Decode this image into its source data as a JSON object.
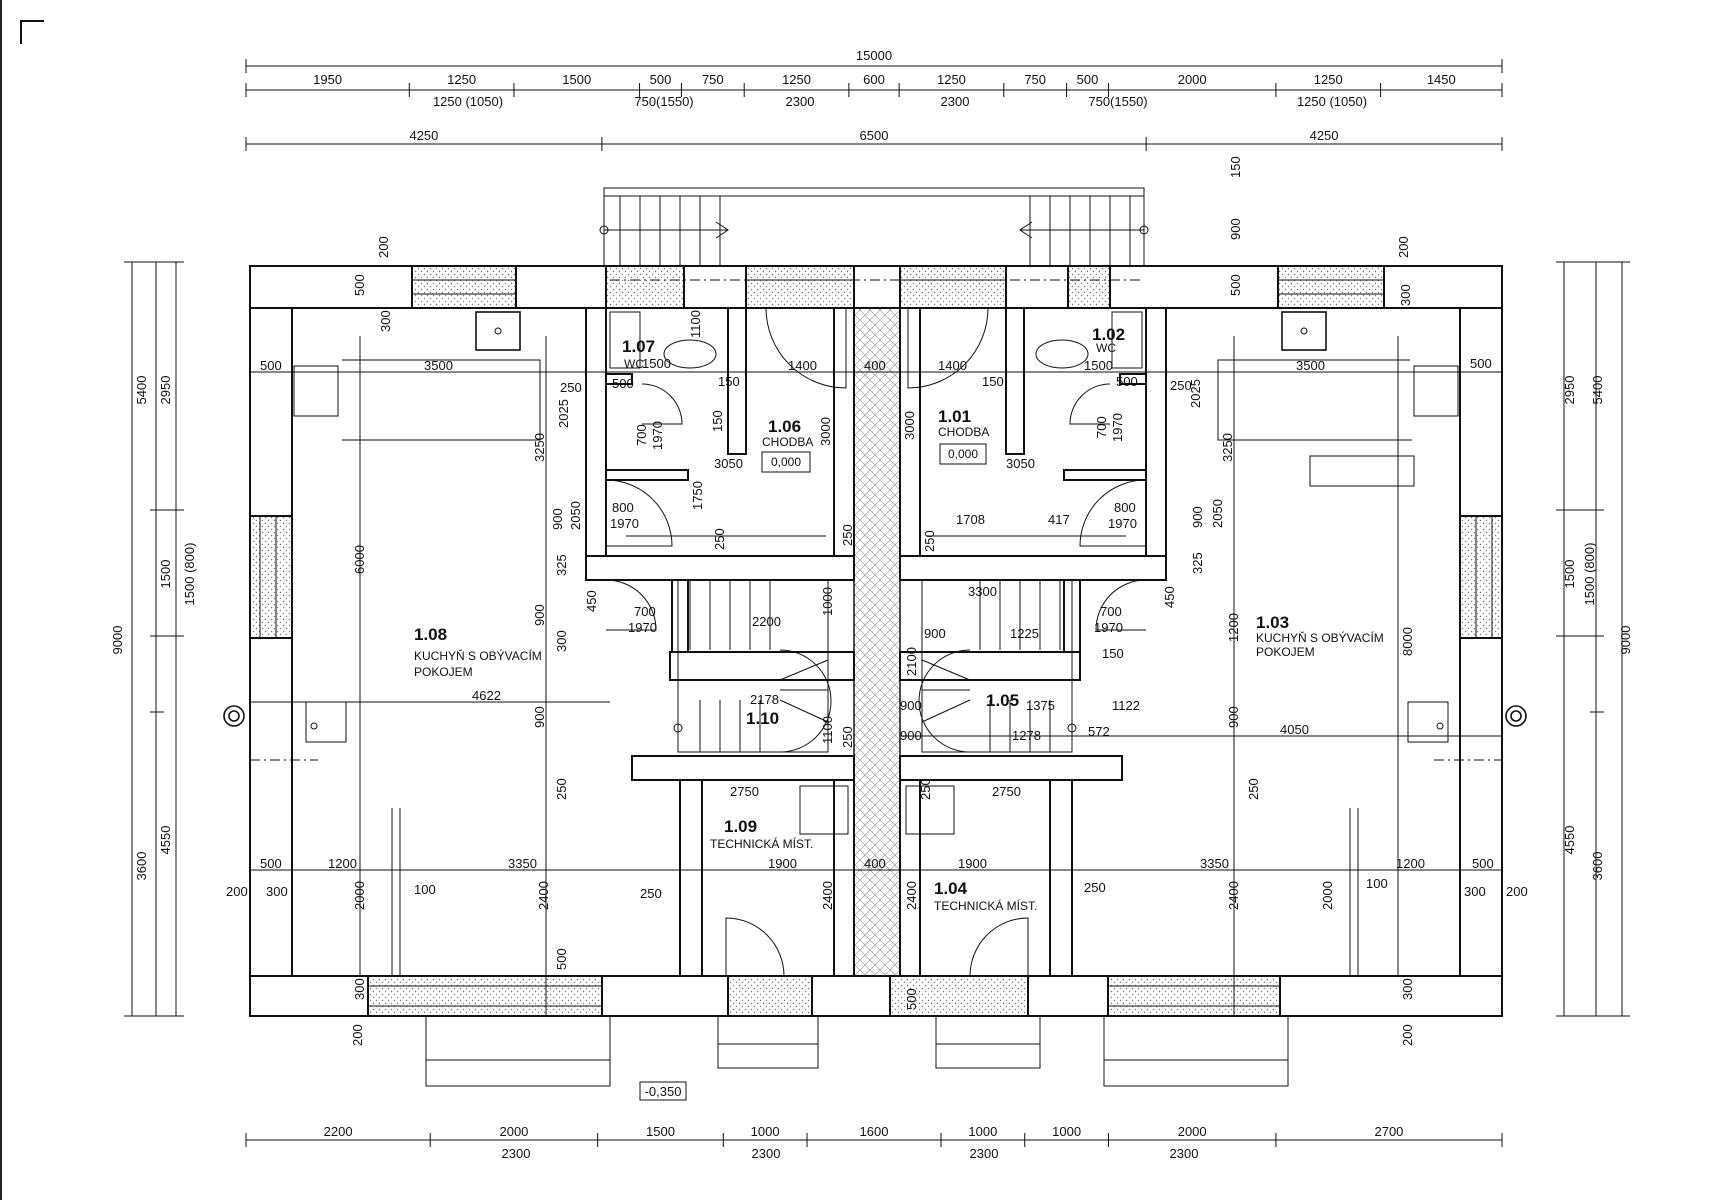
{
  "top_dims": {
    "overall": "15000",
    "row1": [
      "1950",
      "1250",
      "1500",
      "500",
      "750",
      "1250",
      "600",
      "1250",
      "750",
      "500",
      "2000",
      "1250",
      "1450"
    ],
    "row1_sub": [
      "1250 (1050)",
      "750(1550)",
      "2300",
      "2300",
      "750(1550)",
      "1250 (1050)"
    ],
    "row2": [
      "4250",
      "6500",
      "4250"
    ]
  },
  "bottom_dims": {
    "row1": [
      "2200",
      "2000",
      "1500",
      "1000",
      "1600",
      "1000",
      "1000",
      "2000",
      "2700"
    ],
    "row2": [
      "2300",
      "2300",
      "2300",
      "2300"
    ]
  },
  "left_dims": [
    "9000",
    "5400",
    "2950",
    "1500",
    "1500 (800)",
    "4550",
    "3600"
  ],
  "right_dims": [
    "9000",
    "5400",
    "2950",
    "1500",
    "1500 (800)",
    "4550",
    "3600"
  ],
  "level_mark": "-0,350",
  "rooms": [
    {
      "no": "1.07",
      "name": "WC"
    },
    {
      "no": "1.06",
      "name": "CHODBA",
      "level": "0,000"
    },
    {
      "no": "1.01",
      "name": "CHODBA",
      "level": "0,000"
    },
    {
      "no": "1.02",
      "name": "WC"
    },
    {
      "no": "1.08",
      "name": "KUCHYŇ S OBÝVACÍM",
      "name2": "POKOJEM"
    },
    {
      "no": "1.03",
      "name": "KUCHYŇ S OBÝVACÍM",
      "name2": "POKOJEM"
    },
    {
      "no": "1.10",
      "name": ""
    },
    {
      "no": "1.05",
      "name": ""
    },
    {
      "no": "1.09",
      "name": "TECHNICKÁ MÍST."
    },
    {
      "no": "1.04",
      "name": "TECHNICKÁ MÍST."
    }
  ],
  "inner_dims": {
    "d150": "150",
    "d900": "900",
    "d200": "200",
    "d500": "500",
    "d300": "300",
    "d3500": "3500",
    "d1100": "1100",
    "d1400": "1400",
    "d400": "400",
    "d250": "250",
    "d3250": "3250",
    "d2025": "2025",
    "d700": "700",
    "d1970": "1970",
    "d3000": "3000",
    "d3050": "3050",
    "d1750": "1750",
    "d800": "800",
    "d2050": "2050",
    "d1708": "1708",
    "d417": "417",
    "d325": "325",
    "d450": "450",
    "d2200": "2200",
    "d3300": "3300",
    "d1000": "1000",
    "d1225": "1225",
    "d1200": "1200",
    "d8000": "8000",
    "d6000": "6000",
    "d2100": "2100",
    "d4622": "4622",
    "d2178": "2178",
    "d1375": "1375",
    "d1122": "1122",
    "d1278": "1278",
    "d572": "572",
    "d4050": "4050",
    "d2750": "2750",
    "d1900": "1900",
    "d3350": "3350",
    "d100": "100",
    "d2000": "2000",
    "d2400": "2400",
    "d1500": "1500"
  }
}
